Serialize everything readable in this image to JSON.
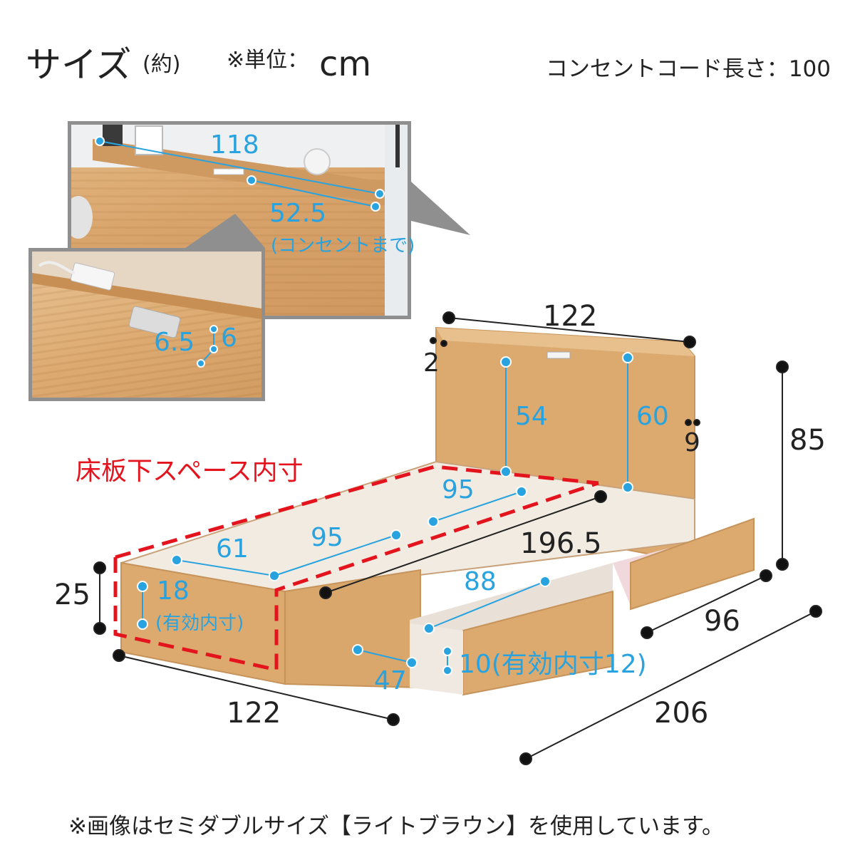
{
  "header": {
    "title": "サイズ",
    "title_suffix": "(約)",
    "unit_label": "※単位：",
    "unit_value": "cm",
    "cord_length": "コンセントコード長さ：100"
  },
  "colors": {
    "accent_blue": "#29a3df",
    "accent_red": "#e3141d",
    "wood": "#dcaa6f",
    "inset_border": "#8f8f8f"
  },
  "inset_top": {
    "width_top_shelf": "118",
    "outlet_distance": "52.5",
    "outlet_note": "(コンセントまで)"
  },
  "inset_bottom": {
    "outlet_width": "6.5",
    "outlet_height": "6"
  },
  "headboard": {
    "width": "122",
    "top_depth": "2",
    "height_inner_54": "54",
    "height_inner_60": "60",
    "thickness": "9",
    "total_height": "85"
  },
  "storage_space": {
    "label": "床板下スペース内寸",
    "depth_61": "61",
    "length_95_a": "95",
    "length_95_b": "95",
    "height": "18",
    "height_note": "(有効内寸)"
  },
  "frame": {
    "side_height": "25",
    "front_width": "122",
    "diagonal_length": "196.5",
    "drawer_area_depth": "96",
    "total_length": "206"
  },
  "drawer": {
    "length": "88",
    "width": "47",
    "height": "10(有効内寸12)"
  },
  "footer": {
    "note": "※画像はセミダブルサイズ【ライトブラウン】を使用しています。"
  }
}
